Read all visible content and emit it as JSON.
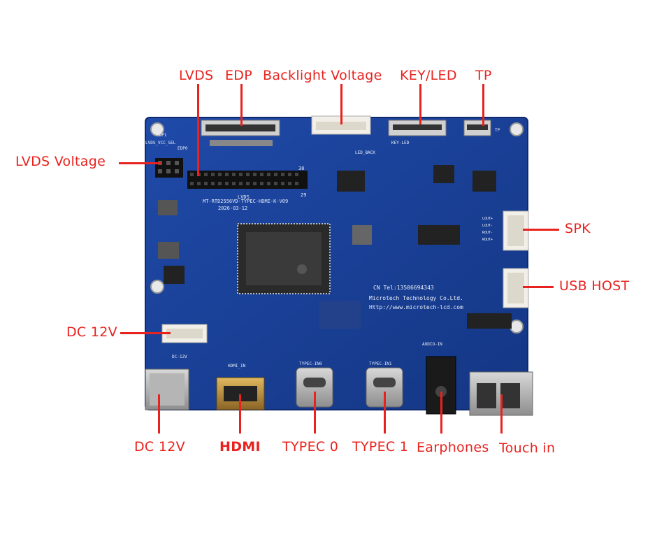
{
  "labels": {
    "lvds": "LVDS",
    "edp": "EDP",
    "backlight": "Backlight Voltage",
    "key_led": "KEY/LED",
    "tp": "TP",
    "lvds_voltage": "LVDS Voltage",
    "spk": "SPK",
    "usb_host": "USB HOST",
    "dc12v_left": "DC 12V",
    "dc12v_bottom": "DC 12V",
    "hdmi": "HDMI",
    "typec0": "TYPEC 0",
    "typec1": "TYPEC 1",
    "earphones": "Earphones",
    "touch_in": "Touch in"
  },
  "board": {
    "model": "MT-RTD2556VD-TYPEC-HDMI-K-V09",
    "date": "2026-03-12",
    "contact": "CN Tel:13506694343",
    "company": "Microtech Technology Co.Ltd.",
    "url": "Http://www.microtech-lcd.com",
    "silk_lvds": "LVDS",
    "silk_30": "30",
    "silk_29": "29",
    "silk_edp1": "EDP1",
    "silk_edp0": "EDP0",
    "silk_lvds_vcc": "LVDS_VCC_SEL",
    "silk_led_back": "LED_BACK",
    "silk_key_led": "KEY-LED",
    "silk_tp": "TP",
    "silk_dc12v": "DC-12V",
    "silk_hdmi_in": "HDMI_IN",
    "silk_typec0": "TYPEC-IN0",
    "silk_typec1": "TYPEC-IN1",
    "silk_audio": "AUDIO-IN",
    "silk_lout": "LOUT+",
    "silk_lout2": "LOUT-",
    "silk_rout": "ROUT-",
    "silk_rout2": "ROUT+"
  },
  "colors": {
    "board": "#1a3f9e",
    "label": "#e8231f"
  }
}
